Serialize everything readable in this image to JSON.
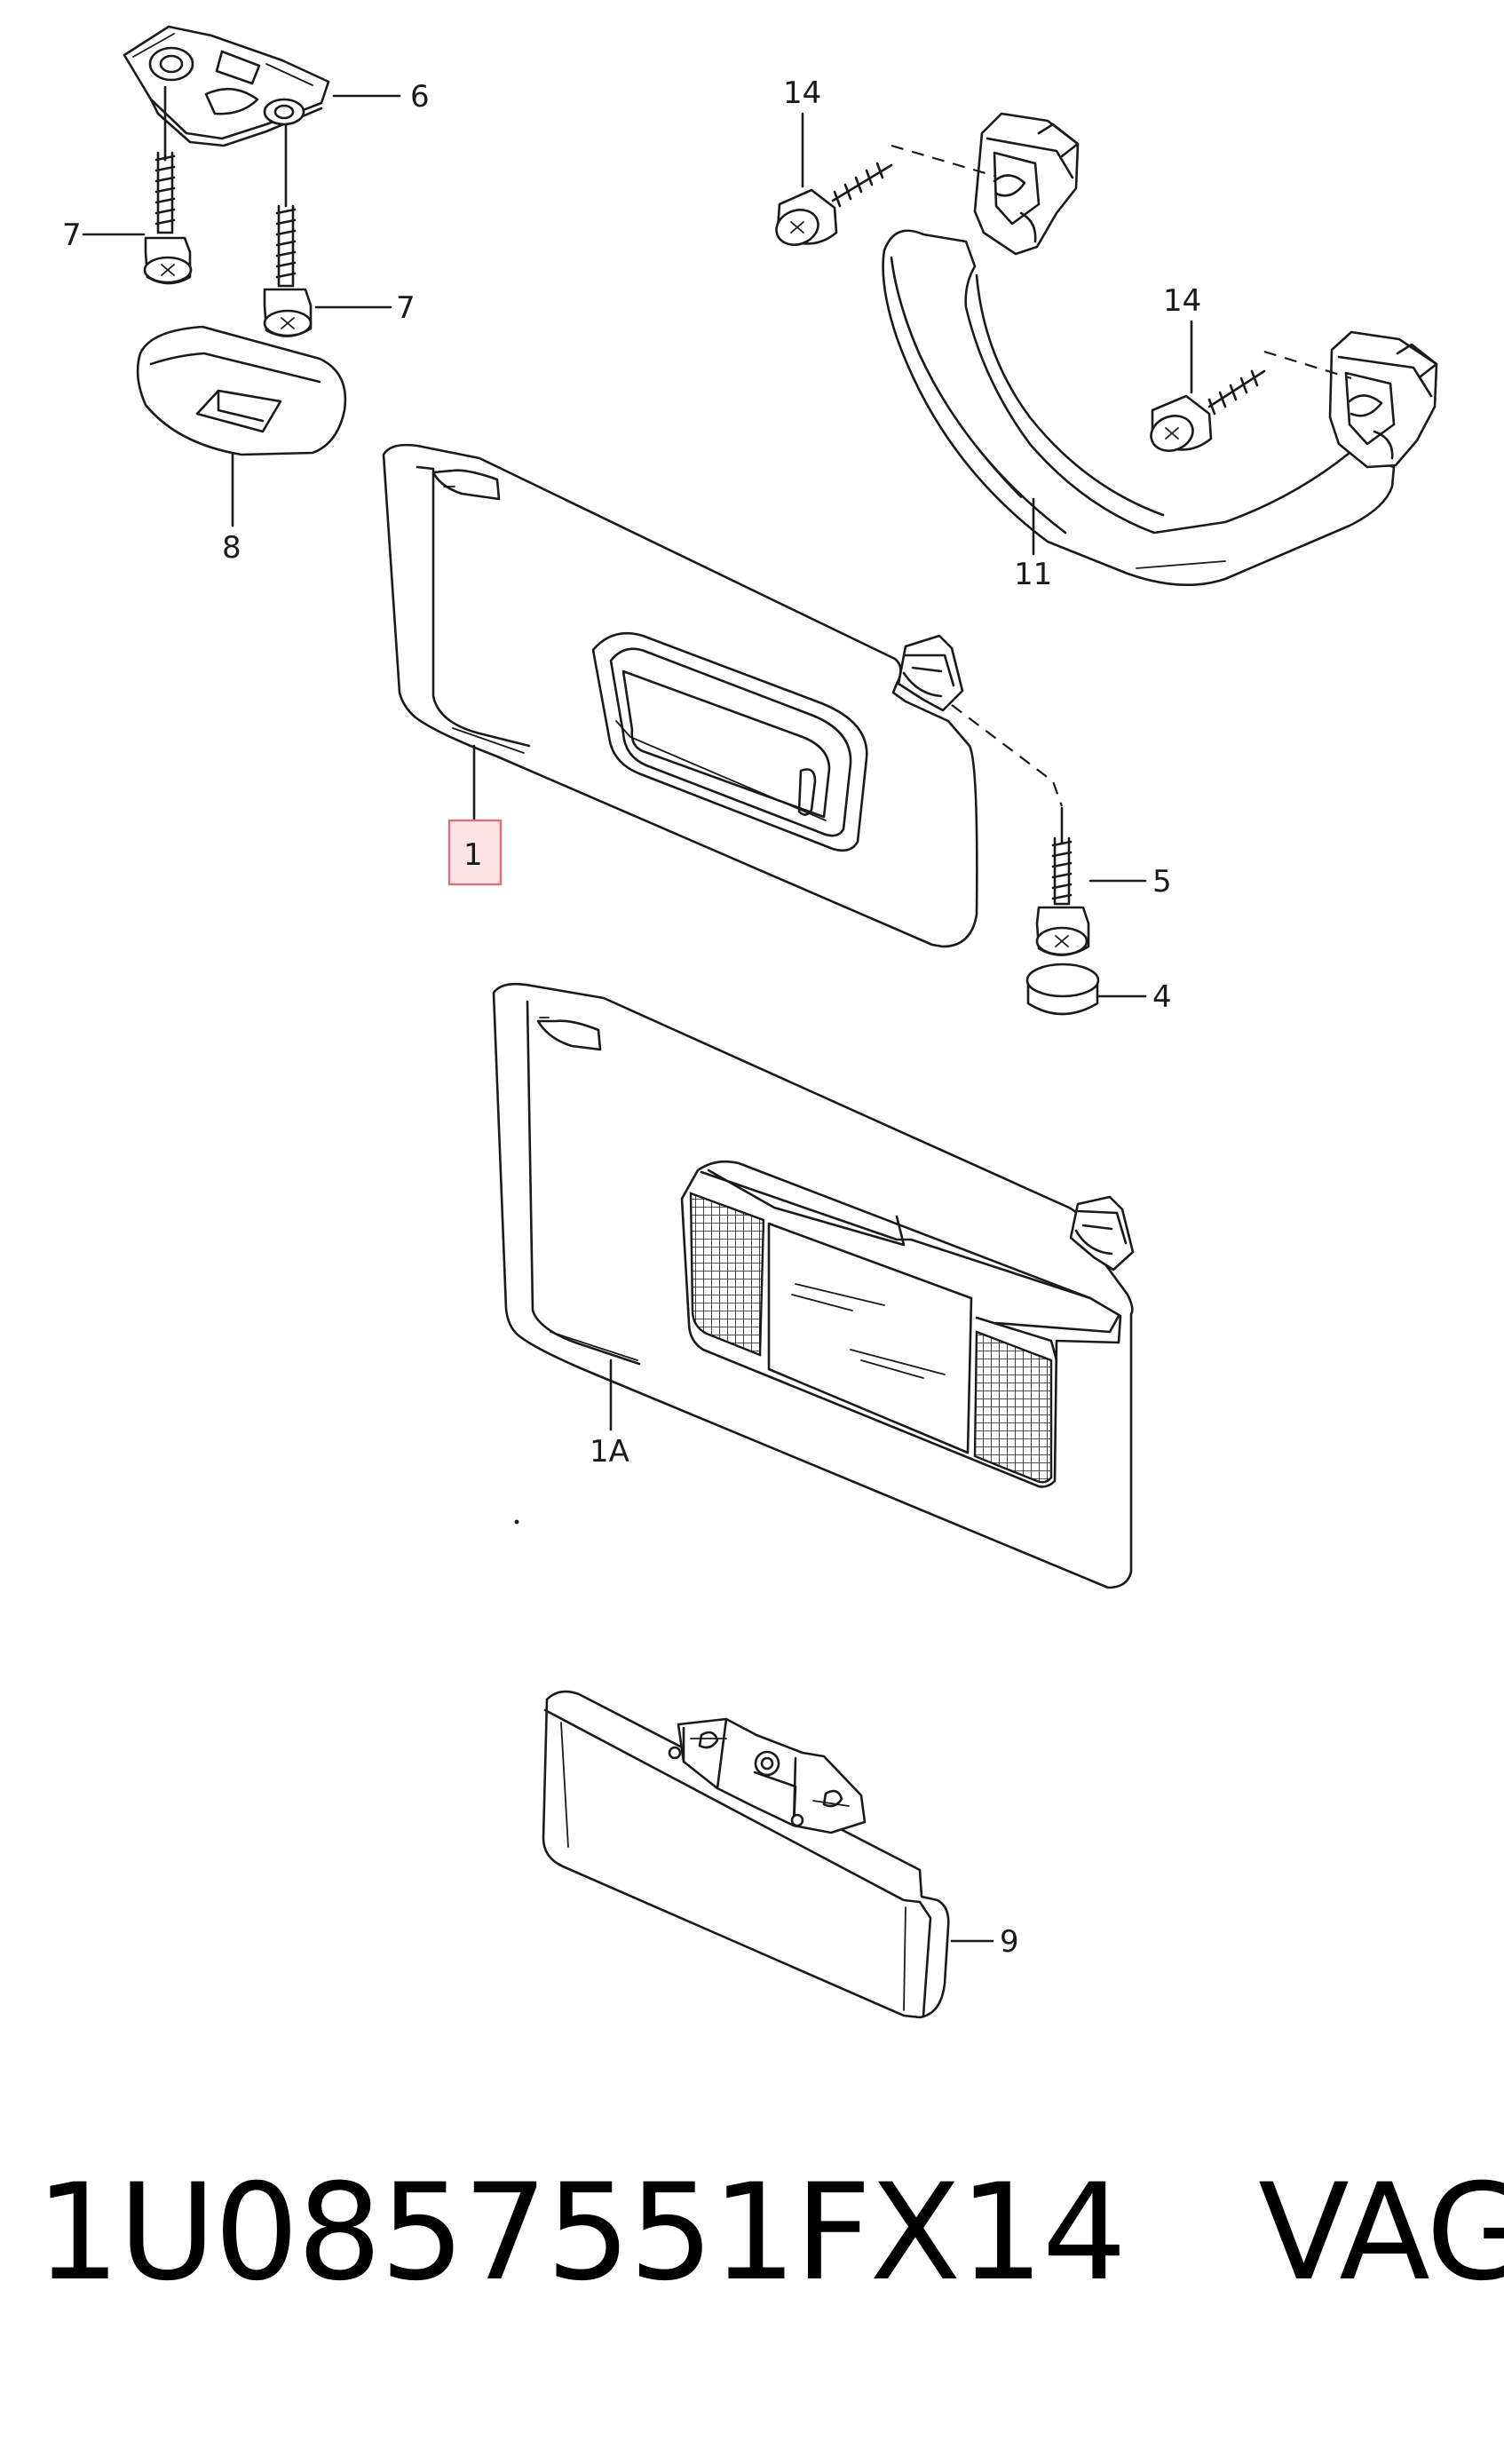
{
  "diagram": {
    "callouts": {
      "c1": "1",
      "c1a": "1A",
      "c4": "4",
      "c5": "5",
      "c6": "6",
      "c7a": "7",
      "c7b": "7",
      "c8": "8",
      "c9": "9",
      "c11": "11",
      "c14a": "14",
      "c14b": "14"
    },
    "highlighted_callout": "1",
    "colors": {
      "line": "#1a1a1a",
      "highlight_fill": "#fbe3e6",
      "highlight_border": "#d9707f"
    }
  },
  "caption": {
    "part_number": "1U0857551FX14",
    "brand": "VAG"
  }
}
